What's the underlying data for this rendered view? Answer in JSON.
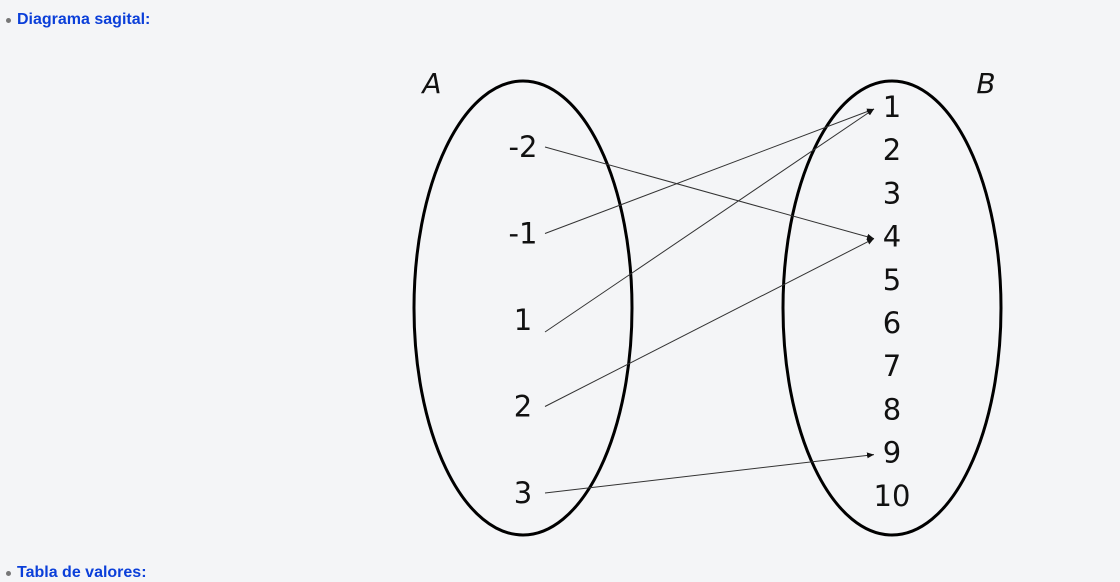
{
  "bullets": {
    "diagram_label": "Diagrama sagital:",
    "table_label": "Tabla de valores:"
  },
  "diagram": {
    "set_a": {
      "name": "A",
      "elements": [
        "-2",
        "-1",
        "1",
        "2",
        "3"
      ]
    },
    "set_b": {
      "name": "B",
      "elements": [
        "1",
        "2",
        "3",
        "4",
        "5",
        "6",
        "7",
        "8",
        "9",
        "10"
      ]
    },
    "mappings": [
      {
        "from": "-2",
        "to": "4"
      },
      {
        "from": "-1",
        "to": "1"
      },
      {
        "from": "1",
        "to": "1"
      },
      {
        "from": "2",
        "to": "4"
      },
      {
        "from": "3",
        "to": "9"
      }
    ]
  },
  "colors": {
    "accent": "#0b3fd9",
    "background": "#f4f5f7",
    "stroke": "#111111"
  }
}
